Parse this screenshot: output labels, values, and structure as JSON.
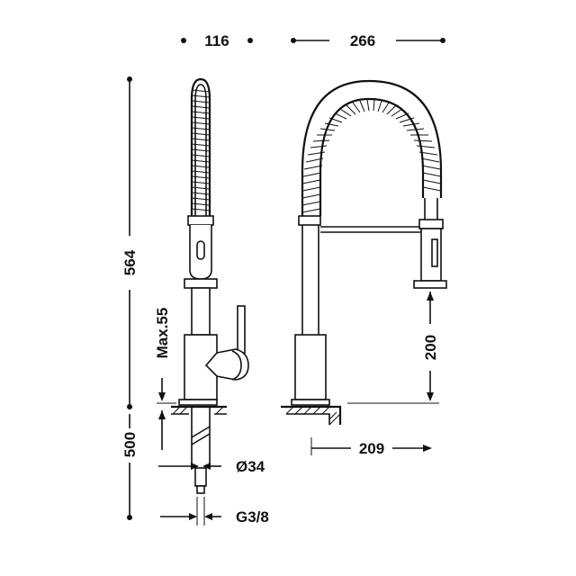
{
  "dimensions": {
    "side_width": "116",
    "front_width": "266",
    "total_height": "564",
    "max_deck": "Max.55",
    "below_deck": "500",
    "hole_diameter": "Ø34",
    "connection": "G3/8",
    "spout_reach": "209",
    "spout_clearance": "200"
  },
  "colors": {
    "line": "#111111",
    "background": "#ffffff"
  }
}
